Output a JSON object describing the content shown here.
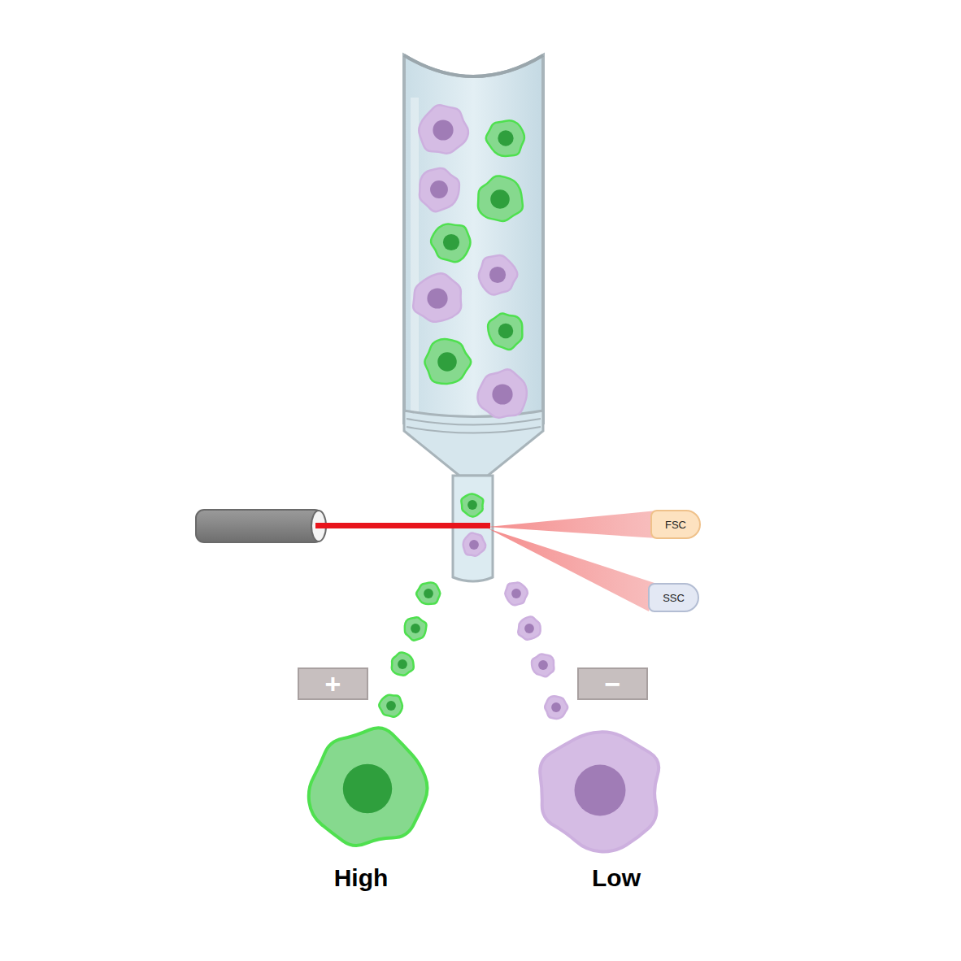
{
  "diagram": {
    "nodes": [
      {
        "text": [
          "FSC"
        ]
      },
      {
        "text": [
          "SSC"
        ]
      },
      {
        "text": [
          "+"
        ]
      },
      {
        "text": [
          "−"
        ]
      }
    ],
    "labels": [
      "High",
      "Low"
    ]
  }
}
